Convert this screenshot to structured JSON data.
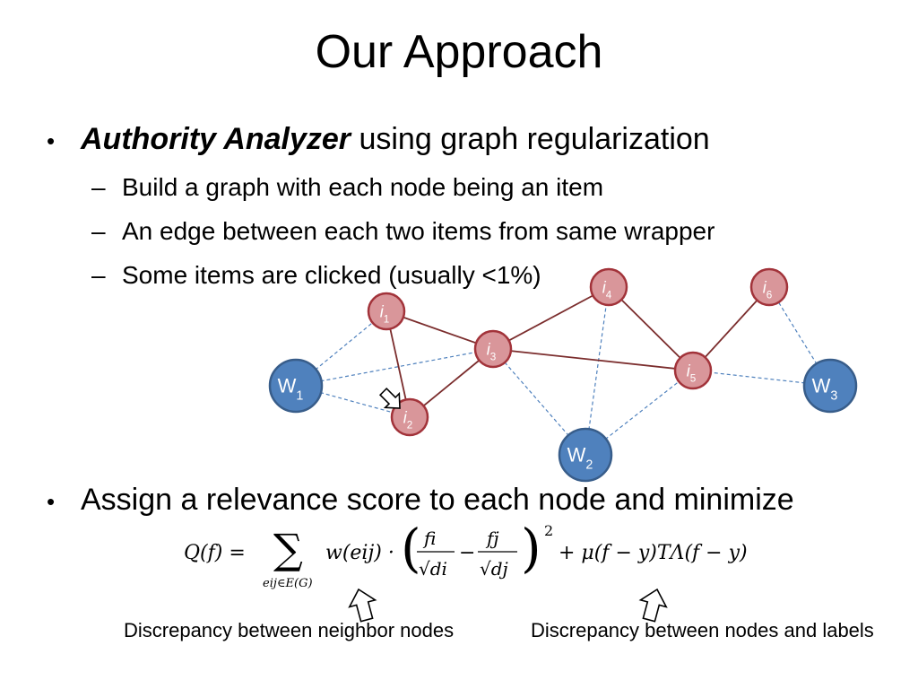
{
  "slide": {
    "title": "Our Approach",
    "bullet1": {
      "emphasis": "Authority Analyzer",
      "rest": " using graph regularization"
    },
    "sub_bullets": [
      "Build a graph with each node being an item",
      "An edge between each two items from same wrapper",
      "Some items are clicked (usually <1%)"
    ],
    "bullet2": "Assign a relevance score to each node and minimize",
    "captions": {
      "neighbor": "Discrepancy between neighbor nodes",
      "labels": "Discrepancy between nodes and labels"
    }
  },
  "graph": {
    "colors": {
      "item_fill": "#d9969a",
      "item_stroke": "#a2333a",
      "wrapper_fill": "#4f81bd",
      "wrapper_stroke": "#385d8a",
      "edge_item": "#7b2d2d",
      "edge_wrapper": "#4f81bd"
    },
    "item_nodes": [
      {
        "id": "i1",
        "label": "i",
        "sub": "1"
      },
      {
        "id": "i2",
        "label": "i",
        "sub": "2"
      },
      {
        "id": "i3",
        "label": "i",
        "sub": "3"
      },
      {
        "id": "i4",
        "label": "i",
        "sub": "4"
      },
      {
        "id": "i5",
        "label": "i",
        "sub": "5"
      },
      {
        "id": "i6",
        "label": "i",
        "sub": "6"
      }
    ],
    "wrapper_nodes": [
      {
        "id": "W1",
        "label": "W",
        "sub": "1"
      },
      {
        "id": "W2",
        "label": "W",
        "sub": "2"
      },
      {
        "id": "W3",
        "label": "W",
        "sub": "3"
      }
    ],
    "item_edges": [
      [
        "i1",
        "i2"
      ],
      [
        "i1",
        "i3"
      ],
      [
        "i2",
        "i3"
      ],
      [
        "i3",
        "i4"
      ],
      [
        "i3",
        "i5"
      ],
      [
        "i4",
        "i5"
      ],
      [
        "i5",
        "i6"
      ]
    ],
    "wrapper_edges": [
      [
        "W1",
        "i1"
      ],
      [
        "W1",
        "i2"
      ],
      [
        "W1",
        "i3"
      ],
      [
        "W2",
        "i3"
      ],
      [
        "W2",
        "i4"
      ],
      [
        "W2",
        "i5"
      ],
      [
        "W3",
        "i5"
      ],
      [
        "W3",
        "i6"
      ]
    ],
    "clicked_item": "i2"
  },
  "formula": {
    "lhs": "Q(f) = ",
    "sum_sub": "eij∈E(G)",
    "weight": "w(eij) · ",
    "frac1_num": "fi",
    "frac1_den": "√di",
    "frac2_num": "fj",
    "frac2_den": "√dj",
    "exponent": "2",
    "reg_term": "+ μ(f − y)TΛ(f − y)"
  }
}
